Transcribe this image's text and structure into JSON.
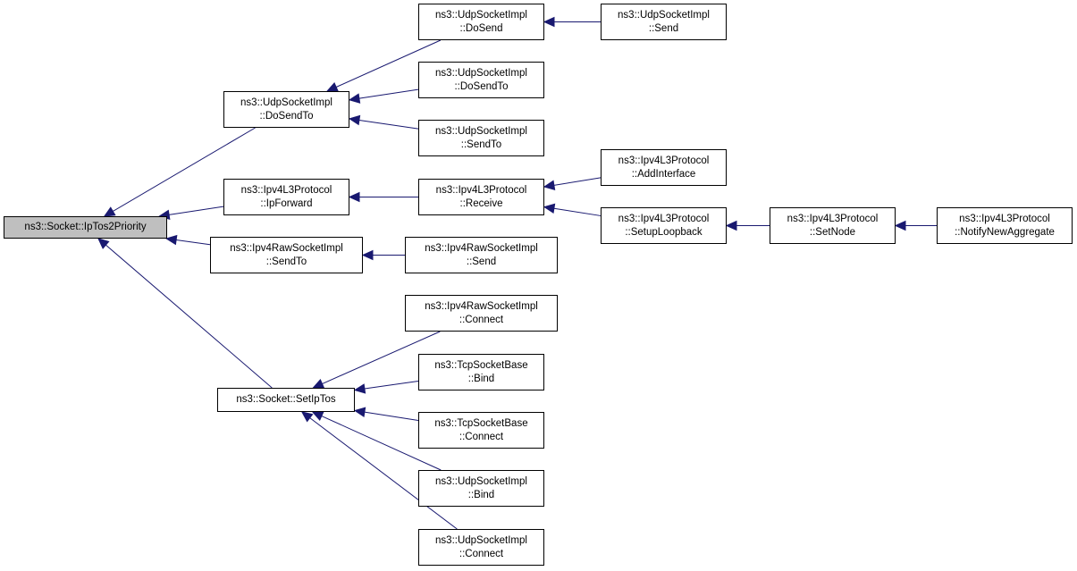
{
  "colors": {
    "edge": "#191970",
    "root_fill": "#bfbfbf",
    "node_fill": "#ffffff",
    "border": "#000000"
  },
  "nodes": {
    "n_root": {
      "l1": "ns3::Socket::IpTos2Priority",
      "l2": ""
    },
    "n_udp_dosendto": {
      "l1": "ns3::UdpSocketImpl",
      "l2": "::DoSendTo"
    },
    "n_ipv4l3_ipforward": {
      "l1": "ns3::Ipv4L3Protocol",
      "l2": "::IpForward"
    },
    "n_ipv4raw_sendto": {
      "l1": "ns3::Ipv4RawSocketImpl",
      "l2": "::SendTo"
    },
    "n_socket_setiptos": {
      "l1": "ns3::Socket::SetIpTos",
      "l2": ""
    },
    "n_udp_dosend": {
      "l1": "ns3::UdpSocketImpl",
      "l2": "::DoSend"
    },
    "n_udp_dosendto2": {
      "l1": "ns3::UdpSocketImpl",
      "l2": "::DoSendTo"
    },
    "n_udp_sendto": {
      "l1": "ns3::UdpSocketImpl",
      "l2": "::SendTo"
    },
    "n_ipv4l3_receive": {
      "l1": "ns3::Ipv4L3Protocol",
      "l2": "::Receive"
    },
    "n_ipv4raw_send": {
      "l1": "ns3::Ipv4RawSocketImpl",
      "l2": "::Send"
    },
    "n_ipv4raw_connect": {
      "l1": "ns3::Ipv4RawSocketImpl",
      "l2": "::Connect"
    },
    "n_tcp_bind": {
      "l1": "ns3::TcpSocketBase",
      "l2": "::Bind"
    },
    "n_tcp_connect": {
      "l1": "ns3::TcpSocketBase",
      "l2": "::Connect"
    },
    "n_udp_bind": {
      "l1": "ns3::UdpSocketImpl",
      "l2": "::Bind"
    },
    "n_udp_connect": {
      "l1": "ns3::UdpSocketImpl",
      "l2": "::Connect"
    },
    "n_udp_send": {
      "l1": "ns3::UdpSocketImpl",
      "l2": "::Send"
    },
    "n_ipv4l3_addinterface": {
      "l1": "ns3::Ipv4L3Protocol",
      "l2": "::AddInterface"
    },
    "n_ipv4l3_setuploopback": {
      "l1": "ns3::Ipv4L3Protocol",
      "l2": "::SetupLoopback"
    },
    "n_ipv4l3_setnode": {
      "l1": "ns3::Ipv4L3Protocol",
      "l2": "::SetNode"
    },
    "n_ipv4l3_notifynewaggregate": {
      "l1": "ns3::Ipv4L3Protocol",
      "l2": "::NotifyNewAggregate"
    }
  },
  "edges": [
    {
      "from": "n_udp_dosendto",
      "to": "n_root"
    },
    {
      "from": "n_ipv4l3_ipforward",
      "to": "n_root"
    },
    {
      "from": "n_ipv4raw_sendto",
      "to": "n_root"
    },
    {
      "from": "n_socket_setiptos",
      "to": "n_root"
    },
    {
      "from": "n_udp_dosend",
      "to": "n_udp_dosendto"
    },
    {
      "from": "n_udp_dosendto2",
      "to": "n_udp_dosendto"
    },
    {
      "from": "n_udp_sendto",
      "to": "n_udp_dosendto"
    },
    {
      "from": "n_udp_send",
      "to": "n_udp_dosend"
    },
    {
      "from": "n_ipv4l3_receive",
      "to": "n_ipv4l3_ipforward"
    },
    {
      "from": "n_ipv4l3_addinterface",
      "to": "n_ipv4l3_receive"
    },
    {
      "from": "n_ipv4l3_setuploopback",
      "to": "n_ipv4l3_receive"
    },
    {
      "from": "n_ipv4l3_setnode",
      "to": "n_ipv4l3_setuploopback"
    },
    {
      "from": "n_ipv4l3_notifynewaggregate",
      "to": "n_ipv4l3_setnode"
    },
    {
      "from": "n_ipv4raw_send",
      "to": "n_ipv4raw_sendto"
    },
    {
      "from": "n_ipv4raw_connect",
      "to": "n_socket_setiptos"
    },
    {
      "from": "n_tcp_bind",
      "to": "n_socket_setiptos"
    },
    {
      "from": "n_tcp_connect",
      "to": "n_socket_setiptos"
    },
    {
      "from": "n_udp_bind",
      "to": "n_socket_setiptos"
    },
    {
      "from": "n_udp_connect",
      "to": "n_socket_setiptos"
    }
  ]
}
